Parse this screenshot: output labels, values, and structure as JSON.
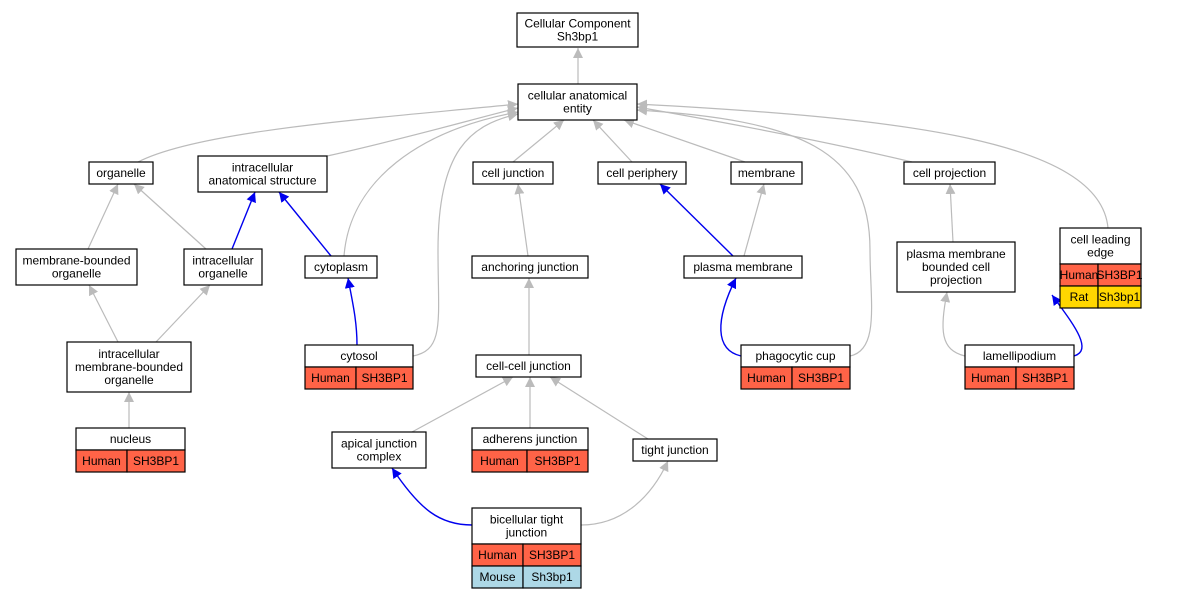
{
  "title": "Cellular Component Sh3bp1",
  "colors": {
    "is_a_edge": "#bbbbbb",
    "part_of_edge": "#0000ee",
    "human": "#ff6347",
    "mouse": "#add8e6",
    "rat": "#ffd700"
  },
  "nodes": {
    "root": {
      "lines": [
        "Cellular Component",
        "Sh3bp1"
      ]
    },
    "entity": {
      "lines": [
        "cellular anatomical",
        "entity"
      ]
    },
    "organelle": {
      "lines": [
        "organelle"
      ]
    },
    "intracellular_structure": {
      "lines": [
        "intracellular",
        "anatomical structure"
      ]
    },
    "cell_junction": {
      "lines": [
        "cell junction"
      ]
    },
    "cell_periphery": {
      "lines": [
        "cell periphery"
      ]
    },
    "membrane": {
      "lines": [
        "membrane"
      ]
    },
    "cell_projection": {
      "lines": [
        "cell projection"
      ]
    },
    "cell_leading_edge": {
      "lines": [
        "cell leading",
        "edge"
      ],
      "species": [
        [
          "Human",
          "SH3BP1"
        ],
        [
          "Rat",
          "Sh3bp1"
        ]
      ]
    },
    "membrane_bounded_organelle": {
      "lines": [
        "membrane-bounded",
        "organelle"
      ]
    },
    "intracellular_organelle": {
      "lines": [
        "intracellular",
        "organelle"
      ]
    },
    "cytoplasm": {
      "lines": [
        "cytoplasm"
      ]
    },
    "anchoring_junction": {
      "lines": [
        "anchoring junction"
      ]
    },
    "plasma_membrane": {
      "lines": [
        "plasma membrane"
      ]
    },
    "pm_bounded_projection": {
      "lines": [
        "plasma membrane",
        "bounded cell",
        "projection"
      ]
    },
    "intracellular_mbo": {
      "lines": [
        "intracellular",
        "membrane-bounded",
        "organelle"
      ]
    },
    "cytosol": {
      "lines": [
        "cytosol"
      ],
      "species": [
        [
          "Human",
          "SH3BP1"
        ]
      ]
    },
    "cell_cell_junction": {
      "lines": [
        "cell-cell junction"
      ]
    },
    "phagocytic_cup": {
      "lines": [
        "phagocytic cup"
      ],
      "species": [
        [
          "Human",
          "SH3BP1"
        ]
      ]
    },
    "lamellipodium": {
      "lines": [
        "lamellipodium"
      ],
      "species": [
        [
          "Human",
          "SH3BP1"
        ]
      ]
    },
    "nucleus": {
      "lines": [
        "nucleus"
      ],
      "species": [
        [
          "Human",
          "SH3BP1"
        ]
      ]
    },
    "apical_junction_complex": {
      "lines": [
        "apical junction",
        "complex"
      ]
    },
    "adherens_junction": {
      "lines": [
        "adherens junction"
      ],
      "species": [
        [
          "Human",
          "SH3BP1"
        ]
      ]
    },
    "tight_junction": {
      "lines": [
        "tight junction"
      ]
    },
    "bicellular_tight_junction": {
      "lines": [
        "bicellular tight",
        "junction"
      ],
      "species": [
        [
          "Human",
          "SH3BP1"
        ],
        [
          "Mouse",
          "Sh3bp1"
        ]
      ]
    }
  },
  "edges": [
    {
      "from": "entity",
      "to": "root",
      "type": "is_a"
    },
    {
      "from": "organelle",
      "to": "entity",
      "type": "is_a"
    },
    {
      "from": "intracellular_structure",
      "to": "entity",
      "type": "is_a"
    },
    {
      "from": "cell_junction",
      "to": "entity",
      "type": "is_a"
    },
    {
      "from": "cell_periphery",
      "to": "entity",
      "type": "is_a"
    },
    {
      "from": "membrane",
      "to": "entity",
      "type": "is_a"
    },
    {
      "from": "cell_projection",
      "to": "entity",
      "type": "is_a"
    },
    {
      "from": "cell_leading_edge",
      "to": "entity",
      "type": "is_a"
    },
    {
      "from": "cytoplasm",
      "to": "entity",
      "type": "is_a"
    },
    {
      "from": "cytosol",
      "to": "entity",
      "type": "is_a"
    },
    {
      "from": "phagocytic_cup",
      "to": "entity",
      "type": "is_a"
    },
    {
      "from": "membrane_bounded_organelle",
      "to": "organelle",
      "type": "is_a"
    },
    {
      "from": "intracellular_organelle",
      "to": "organelle",
      "type": "is_a"
    },
    {
      "from": "intracellular_organelle",
      "to": "intracellular_structure",
      "type": "part_of"
    },
    {
      "from": "cytoplasm",
      "to": "intracellular_structure",
      "type": "part_of"
    },
    {
      "from": "intracellular_mbo",
      "to": "membrane_bounded_organelle",
      "type": "is_a"
    },
    {
      "from": "intracellular_mbo",
      "to": "intracellular_organelle",
      "type": "is_a"
    },
    {
      "from": "nucleus",
      "to": "intracellular_mbo",
      "type": "is_a"
    },
    {
      "from": "cytosol",
      "to": "cytoplasm",
      "type": "part_of"
    },
    {
      "from": "anchoring_junction",
      "to": "cell_junction",
      "type": "is_a"
    },
    {
      "from": "cell_cell_junction",
      "to": "anchoring_junction",
      "type": "is_a"
    },
    {
      "from": "apical_junction_complex",
      "to": "cell_cell_junction",
      "type": "is_a"
    },
    {
      "from": "adherens_junction",
      "to": "cell_cell_junction",
      "type": "is_a"
    },
    {
      "from": "tight_junction",
      "to": "cell_cell_junction",
      "type": "is_a"
    },
    {
      "from": "bicellular_tight_junction",
      "to": "apical_junction_complex",
      "type": "part_of"
    },
    {
      "from": "bicellular_tight_junction",
      "to": "tight_junction",
      "type": "is_a"
    },
    {
      "from": "plasma_membrane",
      "to": "cell_periphery",
      "type": "part_of"
    },
    {
      "from": "plasma_membrane",
      "to": "membrane",
      "type": "is_a"
    },
    {
      "from": "phagocytic_cup",
      "to": "plasma_membrane",
      "type": "part_of"
    },
    {
      "from": "pm_bounded_projection",
      "to": "cell_projection",
      "type": "is_a"
    },
    {
      "from": "lamellipodium",
      "to": "pm_bounded_projection",
      "type": "is_a"
    },
    {
      "from": "lamellipodium",
      "to": "cell_leading_edge",
      "type": "part_of"
    }
  ]
}
